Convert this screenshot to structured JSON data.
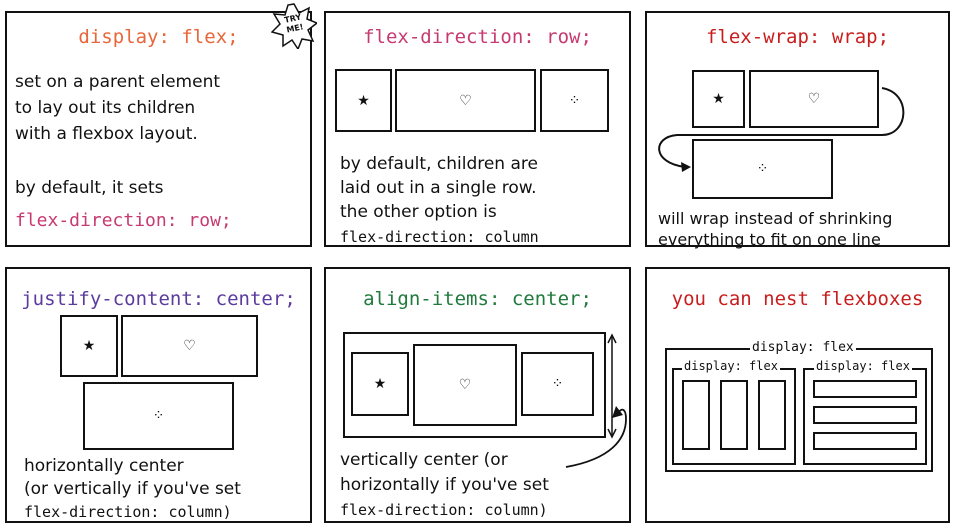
{
  "colors": {
    "orange": "#e8663a",
    "pink": "#c73a71",
    "red": "#c81e1e",
    "purple": "#5b3b9e",
    "green": "#1f7a3c",
    "ink": "#111111"
  },
  "icons": {
    "item1": "star-icon",
    "item2": "heart-icon",
    "item3": "sparkle-icon"
  },
  "glyphs": {
    "star": "★",
    "heart": "♡",
    "sparkle": "⁘"
  },
  "panel1": {
    "title": "display: flex;",
    "badge": "TRY ME!",
    "text": [
      "set on a parent element",
      "to lay out its children",
      "with a flexbox layout."
    ],
    "text2": "by default, it sets",
    "code": "flex-direction: row;"
  },
  "panel2": {
    "title": "flex-direction: row;",
    "text": [
      "by default, children are",
      "laid out in a single row.",
      "the other option is"
    ],
    "code": "flex-direction: column"
  },
  "panel3": {
    "title": "flex-wrap: wrap;",
    "text": [
      "will wrap instead of shrinking",
      "everything to fit on one line"
    ]
  },
  "panel4": {
    "title": "justify-content: center;",
    "text": [
      "horizontally center",
      "(or vertically if you've set"
    ],
    "code": "flex-direction: column)"
  },
  "panel5": {
    "title": "align-items: center;",
    "text": [
      "vertically center (or",
      "horizontally if you've set"
    ],
    "code": "flex-direction: column)"
  },
  "panel6": {
    "title": "you can nest flexboxes",
    "outer_label": "display: flex",
    "left_label": "display: flex",
    "right_label": "display: flex"
  }
}
